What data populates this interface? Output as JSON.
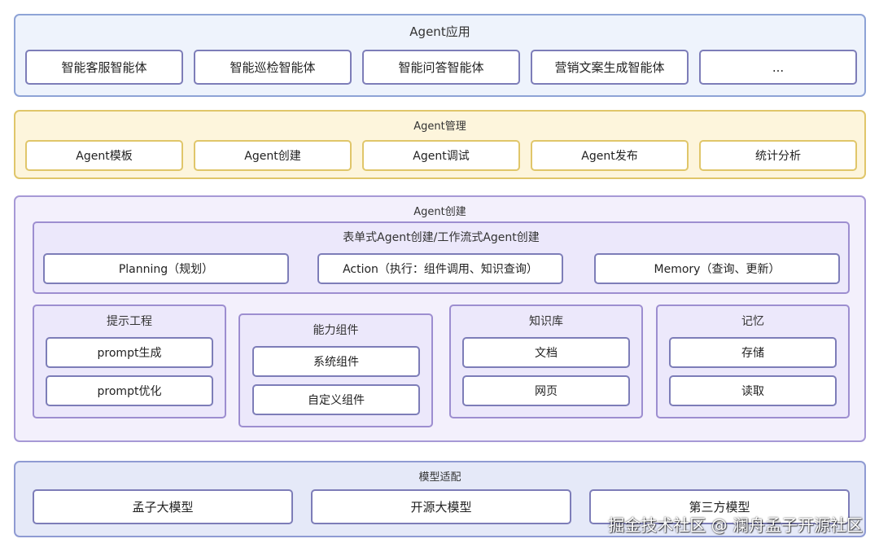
{
  "colors": {
    "app_fill": "#eef3fc",
    "app_border": "#8ea3d6",
    "mgmt_fill": "#fdf5dc",
    "mgmt_border": "#e0c66a",
    "create_fill": "#f3f0fc",
    "create_border": "#a699d6",
    "model_fill": "#e5e9f8",
    "model_border": "#8f9bd3",
    "box_border": "#7d7db8"
  },
  "app_layer": {
    "title": "Agent应用",
    "items": [
      "智能客服智能体",
      "智能巡检智能体",
      "智能问答智能体",
      "营销文案生成智能体",
      "..."
    ]
  },
  "mgmt_layer": {
    "title": "Agent管理",
    "items": [
      "Agent模板",
      "Agent创建",
      "Agent调试",
      "Agent发布",
      "统计分析"
    ]
  },
  "create_layer": {
    "title": "Agent创建",
    "form": {
      "title": "表单式Agent创建/工作流式Agent创建",
      "items": [
        "Planning（规划）",
        "Action（执行：组件调用、知识查询）",
        "Memory（查询、更新）"
      ]
    },
    "prompt": {
      "title": "提示工程",
      "items": [
        "prompt生成",
        "prompt优化"
      ]
    },
    "ability": {
      "title": "能力组件",
      "items": [
        "系统组件",
        "自定义组件"
      ]
    },
    "knowledge": {
      "title": "知识库",
      "items": [
        "文档",
        "网页"
      ]
    },
    "memory": {
      "title": "记忆",
      "items": [
        "存储",
        "读取"
      ]
    }
  },
  "model_layer": {
    "title": "模型适配",
    "items": [
      "孟子大模型",
      "开源大模型",
      "第三方模型"
    ]
  },
  "watermark": "掘金技术社区 @ 澜舟孟子开源社区"
}
